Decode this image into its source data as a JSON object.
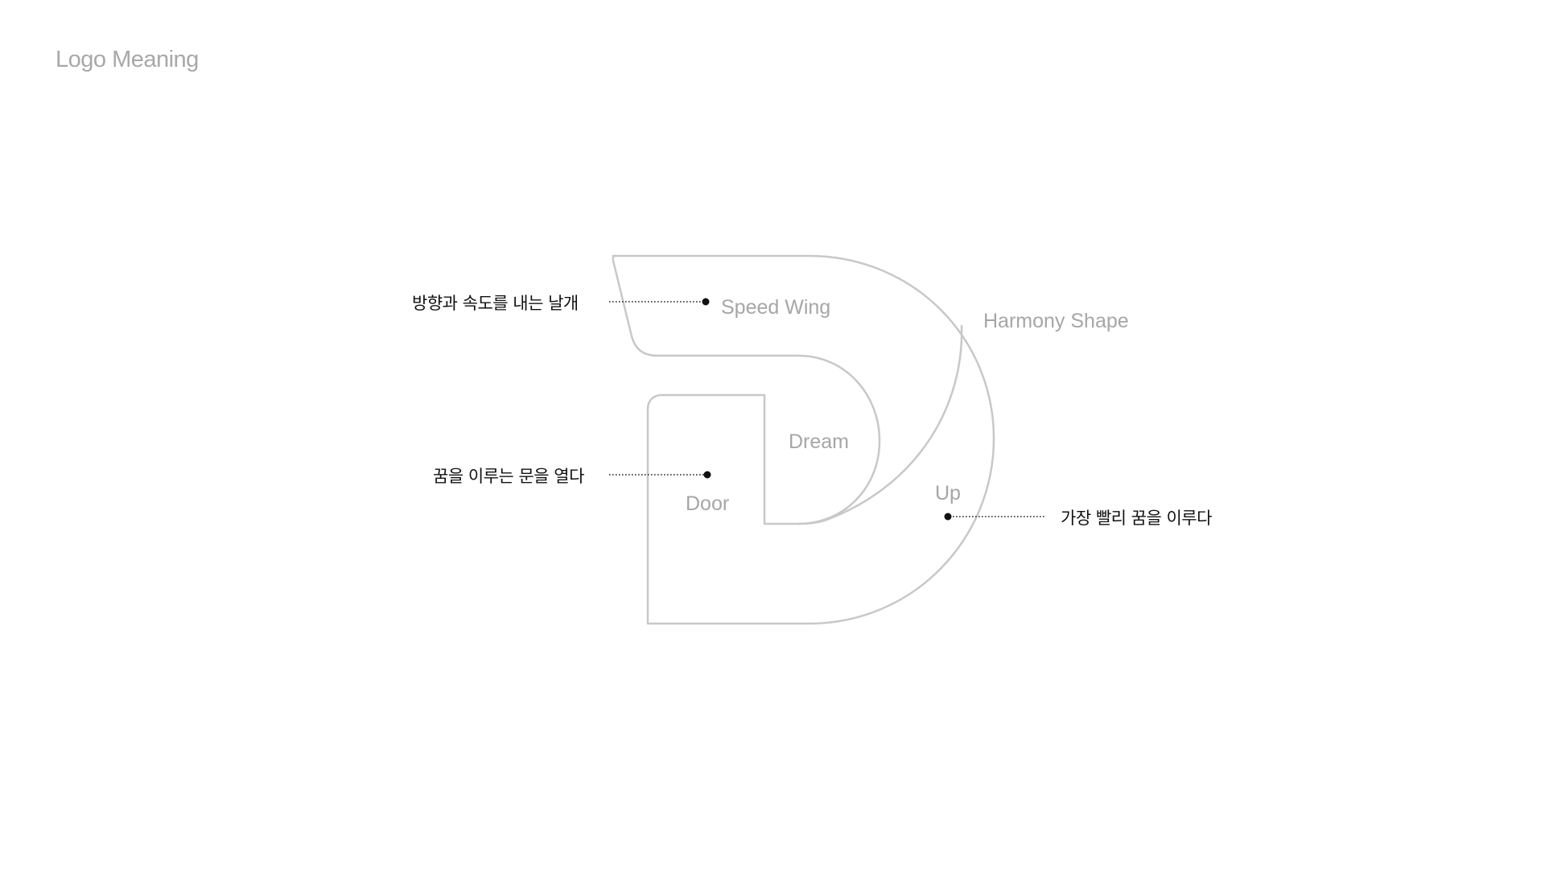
{
  "title": "Logo Meaning",
  "logo": {
    "name": "D logo outline",
    "parts": {
      "speed_wing": "Speed Wing",
      "harmony_shape": "Harmony Shape",
      "dream": "Dream",
      "door": "Door",
      "up": "Up"
    }
  },
  "callouts": {
    "speed_wing": "방향과 속도를 내는 날개",
    "door": "꿈을 이루는 문을 열다",
    "up": "가장 빨리 꿈을 이루다"
  },
  "colors": {
    "outline": "#c8c8c8",
    "part_label": "#a6a6a6",
    "callout_text": "#111111",
    "title": "#a8a8a8"
  }
}
